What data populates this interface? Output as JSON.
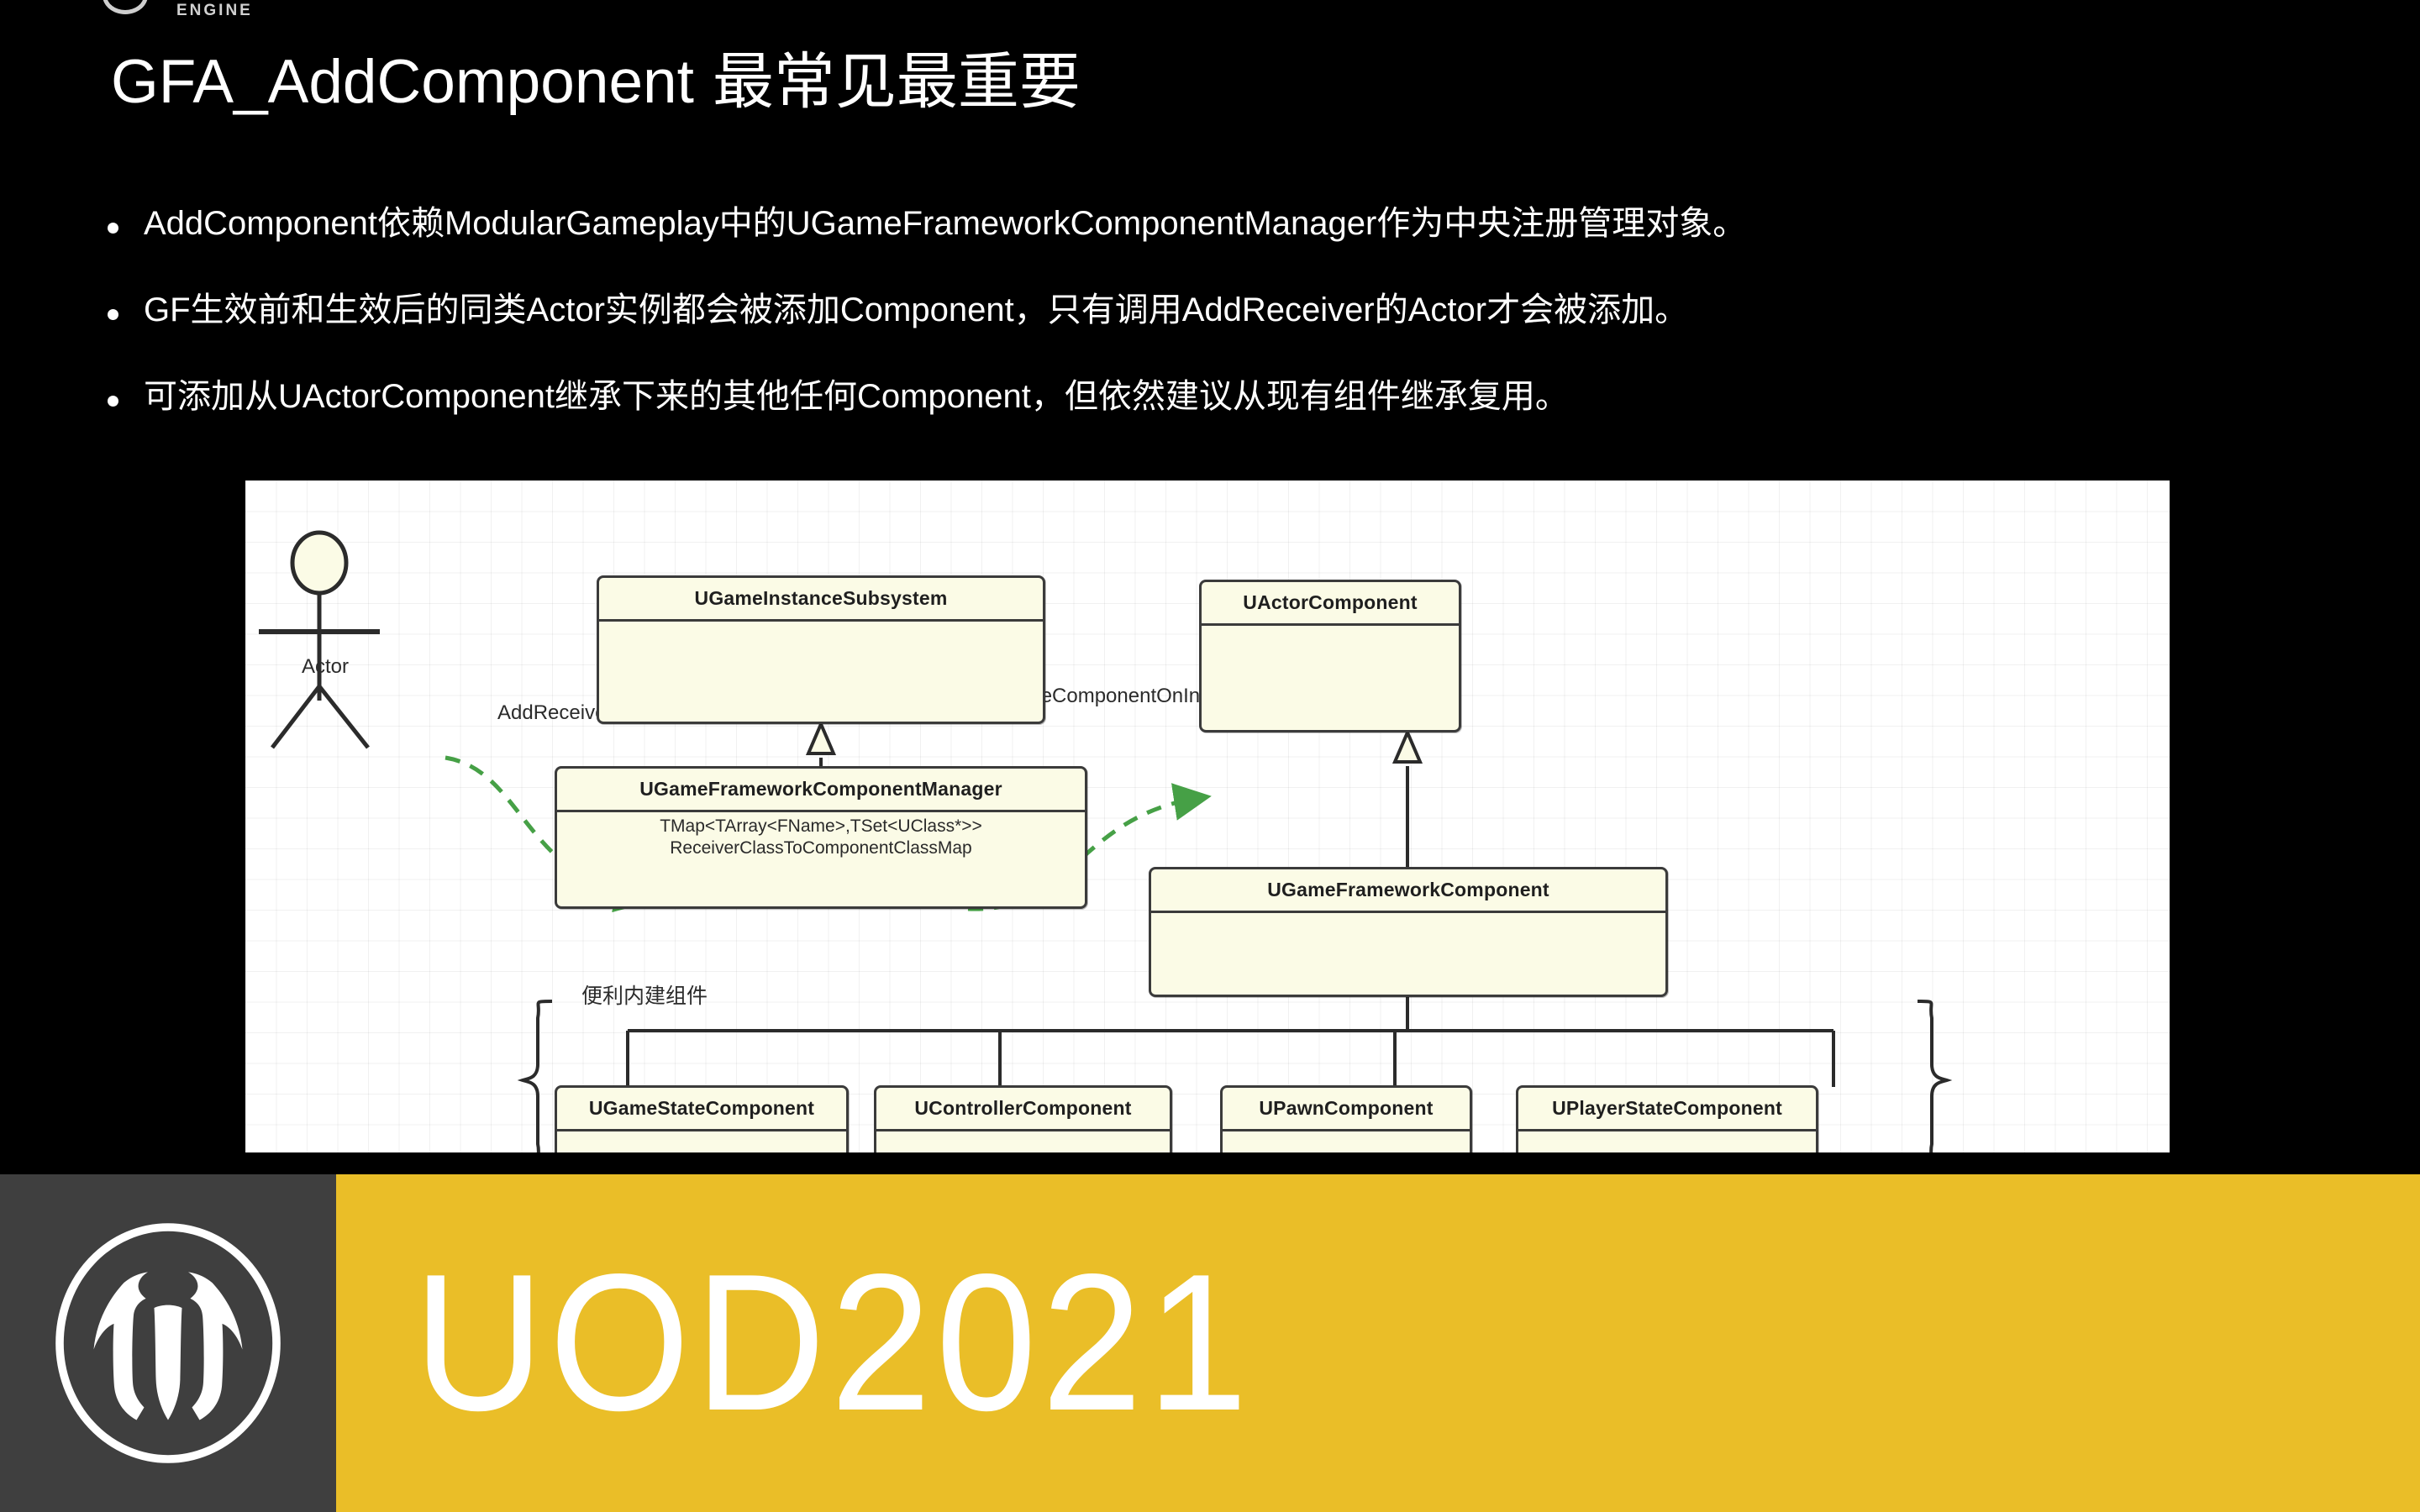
{
  "watermark": {
    "text": "ENGINE",
    "icon": "unreal-chevron-icon"
  },
  "title": {
    "en": "GFA_AddComponent",
    "zh": "最常见最重要"
  },
  "bullets": [
    "AddComponent依赖ModularGameplay中的UGameFrameworkComponentManager作为中央注册管理对象。",
    "GF生效前和生效后的同类Actor实例都会被添加Component，只有调用AddReceiver的Actor才会被添加。",
    "可添加从UActorComponent继承下来的其他任何Component，但依然建议从现有组件继承复用。"
  ],
  "diagram": {
    "actor_label": "Actor",
    "edge_labels": {
      "add_receiver": "AddReceiver",
      "create_component_on_instance": "CreateComponentOnInstance"
    },
    "brace_label": "便利内建组件",
    "classes": {
      "game_instance_subsystem": {
        "title": "UGameInstanceSubsystem",
        "body": []
      },
      "component_manager": {
        "title": "UGameFrameworkComponentManager",
        "body": [
          "TMap<TArray<FName>,TSet<UClass*>>",
          "ReceiverClassToComponentClassMap"
        ]
      },
      "actor_component": {
        "title": "UActorComponent",
        "body": []
      },
      "game_framework_component": {
        "title": "UGameFrameworkComponent",
        "body": []
      },
      "game_state_component": {
        "title": "UGameStateComponent",
        "body": []
      },
      "controller_component": {
        "title": "UControllerComponent",
        "body": []
      },
      "pawn_component": {
        "title": "UPawnComponent",
        "body": []
      },
      "player_state_component": {
        "title": "UPlayerStateComponent",
        "body": []
      }
    }
  },
  "banner": {
    "logo_icon": "unreal-engine-logo-icon",
    "title": "UOD2021",
    "accent_color": "#eabe28",
    "logo_bg_color": "#3f3f3f"
  }
}
